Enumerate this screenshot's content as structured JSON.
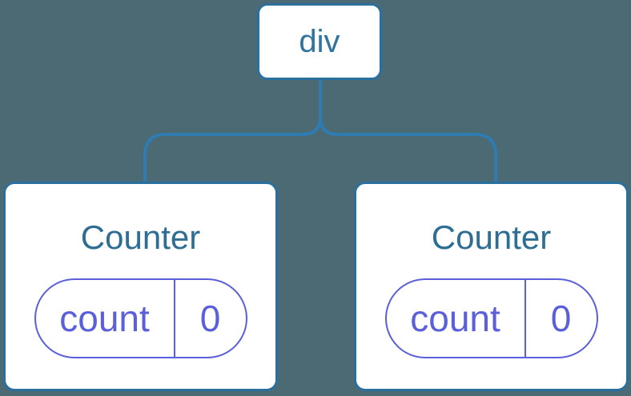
{
  "colors": {
    "canvas-bg": "#4b6a74",
    "edge": "#2e7cb2",
    "node-border": "#2b6f9e",
    "node-bg": "#ffffff",
    "node-text": "#30739f",
    "title-text": "#2d6e92",
    "state": "#5b5fd9"
  },
  "diagram": {
    "type": "component-tree",
    "root": {
      "label": "div"
    },
    "children": [
      {
        "title": "Counter",
        "state": [
          {
            "key": "count",
            "value": "0"
          }
        ]
      },
      {
        "title": "Counter",
        "state": [
          {
            "key": "count",
            "value": "0"
          }
        ]
      }
    ]
  }
}
